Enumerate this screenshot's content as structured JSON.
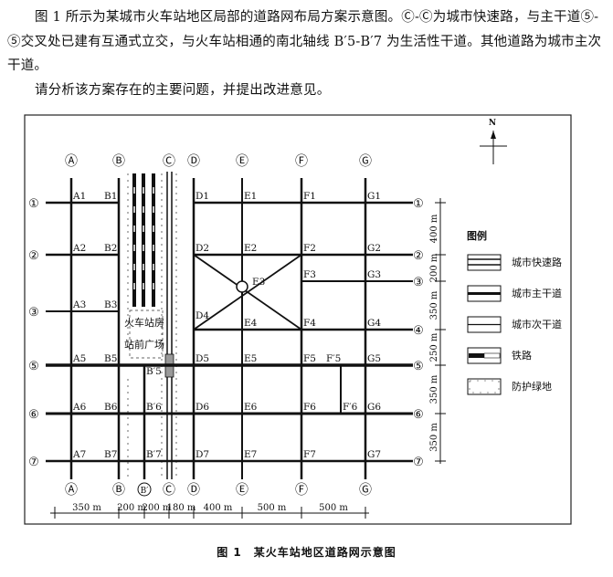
{
  "question": {
    "paragraph1": "图 1 所示为某城市火车站地区局部的道路网布局方案示意图。Ⓒ-Ⓒ为城市快速路，与主干道⑤-⑤交叉处已建有互通式立交，与火车站相通的南北轴线 B′5-B′7 为生活性干道。其他道路为城市主次干道。",
    "paragraph2": "请分析该方案存在的主要问题，并提出改进意见。"
  },
  "diagram": {
    "top_columns": [
      "Ⓐ",
      "Ⓑ",
      "Ⓒ",
      "Ⓓ",
      "Ⓔ",
      "Ⓕ",
      "Ⓖ"
    ],
    "bottom_columns": [
      "Ⓐ",
      "Ⓑ",
      "B′",
      "Ⓒ",
      "Ⓓ",
      "Ⓔ",
      "Ⓕ",
      "Ⓖ"
    ],
    "left_rows": [
      "①",
      "②",
      "③",
      "⑤",
      "⑥",
      "⑦"
    ],
    "right_rows": [
      "①",
      "②",
      "③",
      "④",
      "⑤",
      "⑥",
      "⑦"
    ],
    "intersections": [
      "A1",
      "B1",
      "D1",
      "E1",
      "F1",
      "G1",
      "A2",
      "B2",
      "D2",
      "E2",
      "F2",
      "G2",
      "F3",
      "G3",
      "A3",
      "B3",
      "E3",
      "D4",
      "E4",
      "F4",
      "G4",
      "A5",
      "B5",
      "D5",
      "E5",
      "F5",
      "F′5",
      "G5",
      "B′5",
      "A6",
      "B6",
      "B′6",
      "D6",
      "E6",
      "F6",
      "F′6",
      "G6",
      "A7",
      "B7",
      "B′7",
      "D7",
      "E7",
      "F7",
      "G7"
    ],
    "station_building": "火车站房",
    "station_plaza": "站前广场",
    "north": "N",
    "horizontal_scale": [
      "350 m",
      "200 m",
      "200 m",
      "180 m",
      "400 m",
      "500 m",
      "500 m"
    ],
    "vertical_scale": [
      "400 m",
      "200 m",
      "350 m",
      "250 m",
      "350 m",
      "350 m"
    ],
    "legend": {
      "title": "图例",
      "items": [
        "城市快速路",
        "城市主干道",
        "城市次干道",
        "铁路",
        "防护绿地"
      ]
    }
  },
  "caption": "图 1　某火车站地区道路网示意图"
}
